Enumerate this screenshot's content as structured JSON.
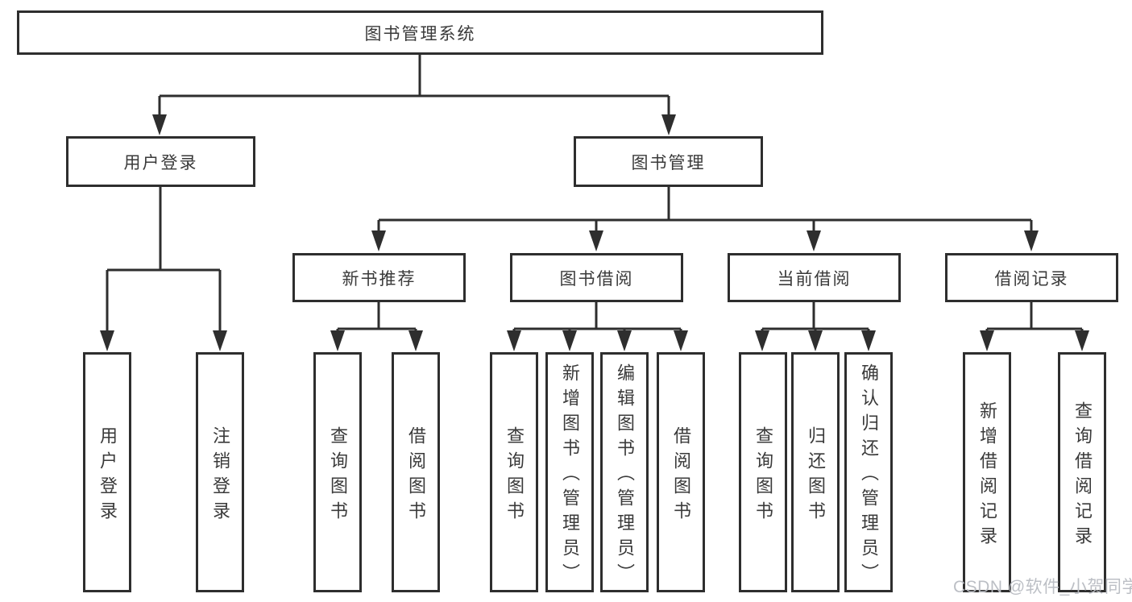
{
  "diagram": {
    "root": {
      "label": "图书管理系统"
    },
    "branches": [
      {
        "label": "用户登录",
        "children": [
          {
            "label": "用户登录"
          },
          {
            "label": "注销登录"
          }
        ]
      },
      {
        "label": "图书管理",
        "children": [
          {
            "label": "新书推荐",
            "children": [
              {
                "label": "查询图书"
              },
              {
                "label": "借阅图书"
              }
            ]
          },
          {
            "label": "图书借阅",
            "children": [
              {
                "label": "查询图书"
              },
              {
                "label": "新增图书（管理员）"
              },
              {
                "label": "编辑图书（管理员）"
              },
              {
                "label": "借阅图书"
              }
            ]
          },
          {
            "label": "当前借阅",
            "children": [
              {
                "label": "查询图书"
              },
              {
                "label": "归还图书"
              },
              {
                "label": "确认归还（管理员）"
              }
            ]
          },
          {
            "label": "借阅记录",
            "children": [
              {
                "label": "新增借阅记录"
              },
              {
                "label": "查询借阅记录"
              }
            ]
          }
        ]
      }
    ]
  },
  "watermark": {
    "text": "CSDN @软件_小贺同学"
  },
  "colors": {
    "line": "#2e2e2e",
    "text": "#3a3a3a",
    "background": "#ffffff",
    "watermark": "#b8bcc2"
  }
}
